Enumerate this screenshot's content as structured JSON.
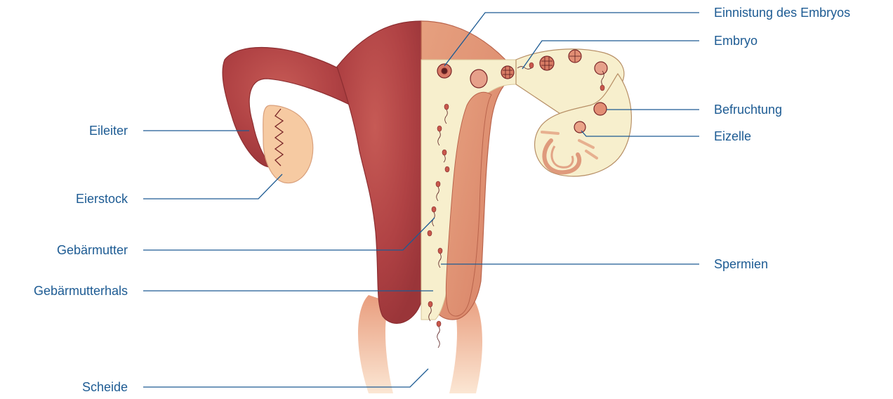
{
  "colors": {
    "leader": "#1d5b93",
    "label": "#1d5b93",
    "uterus_dark": "#b8484a",
    "uterus_light": "#e09a7c",
    "inner": "#f7efcd",
    "ovary": "#f6caa2"
  },
  "labels": {
    "eileiter": "Eileiter",
    "eierstock": "Eierstock",
    "gebaermutter": "Gebärmutter",
    "gebaermutterhals": "Gebärmutterhals",
    "scheide": "Scheide",
    "einnistung": "Einnistung des Embryos",
    "embryo": "Embryo",
    "befruchtung": "Befruchtung",
    "eizelle": "Eizelle",
    "spermien": "Spermien"
  }
}
